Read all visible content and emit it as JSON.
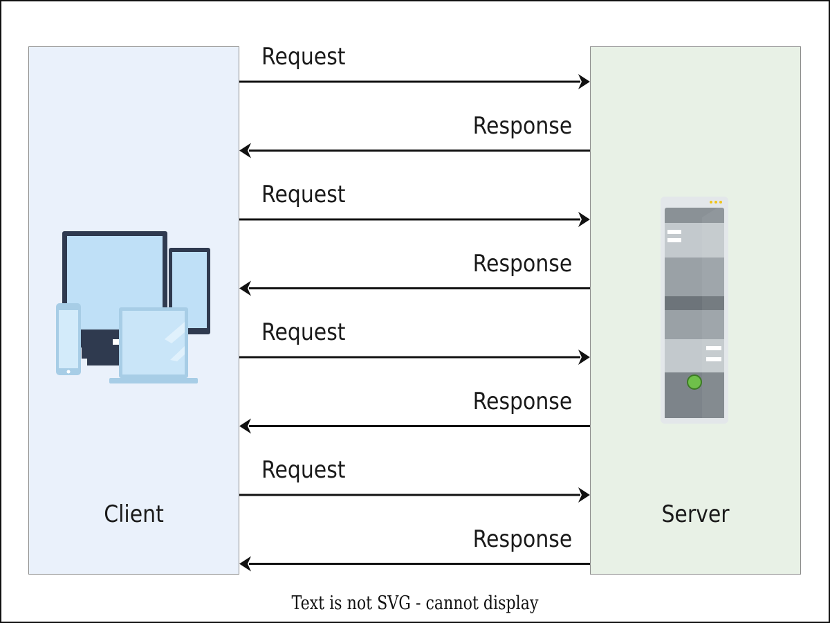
{
  "client": {
    "label": "Client"
  },
  "server": {
    "label": "Server"
  },
  "messages": [
    {
      "direction": "request",
      "label": "Request"
    },
    {
      "direction": "response",
      "label": "Response"
    },
    {
      "direction": "request",
      "label": "Request"
    },
    {
      "direction": "response",
      "label": "Response"
    },
    {
      "direction": "request",
      "label": "Request"
    },
    {
      "direction": "response",
      "label": "Response"
    },
    {
      "direction": "request",
      "label": "Request"
    },
    {
      "direction": "response",
      "label": "Response"
    }
  ],
  "footer": {
    "note": "Text is not SVG - cannot display"
  },
  "icons": {
    "client": "devices-icon",
    "server": "server-tower-icon",
    "server_power": "power-light-icon"
  },
  "colors": {
    "client_panel": "#eaf1fb",
    "server_panel": "#e8f1e6",
    "arrow": "#111111",
    "server_power_light": "#6fc04a"
  }
}
